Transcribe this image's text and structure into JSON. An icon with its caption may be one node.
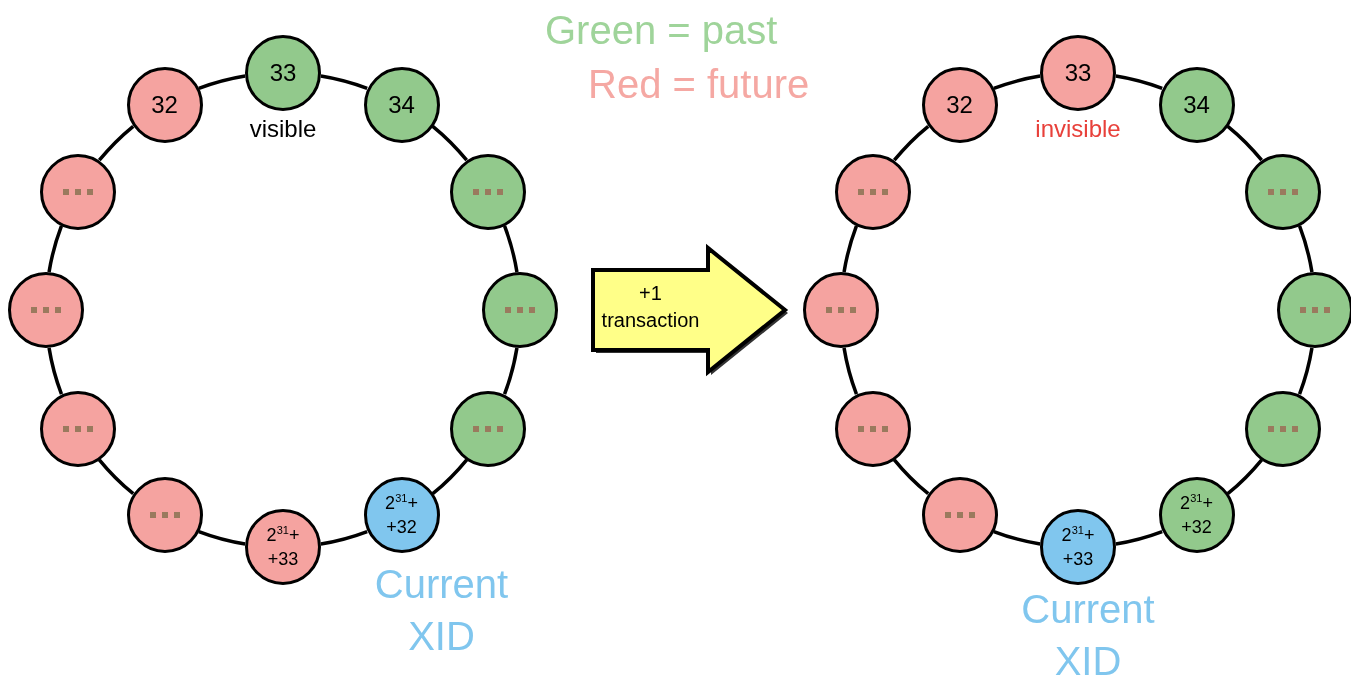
{
  "diagram": {
    "nodes": [
      {
        "text": [
          "32"
        ]
      },
      {
        "text": [
          "33"
        ],
        "beside": [
          "visible"
        ]
      },
      {
        "text": [
          "34"
        ]
      },
      {
        "text": [],
        "shape": "circle"
      },
      {
        "text": [],
        "shape": "circle"
      },
      {
        "text": [],
        "shape": "circle"
      },
      {
        "text": [
          "2$^{31}$+ +32"
        ],
        "beside": [
          "Current XID"
        ]
      },
      {
        "text": [
          "2$^{31}$+ +33"
        ]
      },
      {
        "text": [],
        "shape": "circle"
      },
      {
        "text": [],
        "shape": "circle"
      },
      {
        "text": [],
        "shape": "circle"
      },
      {
        "text": [],
        "shape": "circle"
      },
      {
        "text": [
          "32"
        ]
      },
      {
        "text": [
          "33"
        ],
        "beside": [
          "invisible"
        ]
      },
      {
        "text": [
          "34"
        ]
      },
      {
        "text": [],
        "shape": "circle"
      },
      {
        "text": [],
        "shape": "circle"
      },
      {
        "text": [],
        "shape": "circle"
      },
      {
        "text": [
          "2$^{31}$+ +32"
        ]
      },
      {
        "text": [
          "2$^{31}$+ +33"
        ],
        "beside": [
          "Current XID"
        ]
      },
      {
        "text": [],
        "shape": "circle"
      },
      {
        "text": [],
        "shape": "circle"
      },
      {
        "text": [],
        "shape": "circle"
      },
      {
        "text": [],
        "shape": "circle"
      }
    ],
    "edges": [
      {
        "from": 0,
        "to": 1,
        "arrow": "none"
      },
      {
        "from": 1,
        "to": 2,
        "arrow": "none"
      },
      {
        "from": 2,
        "to": 3,
        "arrow": "none"
      },
      {
        "from": 3,
        "to": 4,
        "arrow": "none"
      },
      {
        "from": 4,
        "to": 5,
        "arrow": "none"
      },
      {
        "from": 5,
        "to": 6,
        "arrow": "none"
      },
      {
        "from": 6,
        "to": 7,
        "arrow": "none"
      },
      {
        "from": 7,
        "to": 8,
        "arrow": "none"
      },
      {
        "from": 8,
        "to": 9,
        "arrow": "none"
      },
      {
        "from": 9,
        "to": 10,
        "arrow": "none"
      },
      {
        "from": 10,
        "to": 11,
        "arrow": "none"
      },
      {
        "from": 11,
        "to": 0,
        "arrow": "none"
      },
      {
        "from": 12,
        "to": 13,
        "arrow": "none"
      },
      {
        "from": 13,
        "to": 14,
        "arrow": "none"
      },
      {
        "from": 14,
        "to": 15,
        "arrow": "none"
      },
      {
        "from": 15,
        "to": 16,
        "arrow": "none"
      },
      {
        "from": 16,
        "to": 17,
        "arrow": "none"
      },
      {
        "from": 17,
        "to": 18,
        "arrow": "none"
      },
      {
        "from": 18,
        "to": 19,
        "arrow": "none"
      },
      {
        "from": 19,
        "to": 20,
        "arrow": "none"
      },
      {
        "from": 20,
        "to": 21,
        "arrow": "none"
      },
      {
        "from": 21,
        "to": 22,
        "arrow": "none"
      },
      {
        "from": 22,
        "to": 23,
        "arrow": "none"
      },
      {
        "from": 23,
        "to": 12,
        "arrow": "none"
      },
      {
        "from": 4,
        "to": 22,
        "arrow": "to",
        "style": "thick",
        "label": "+1 transaction"
      }
    ],
    "legend": [
      {
        "text": "Green = past",
        "color": "#9fd49a"
      },
      {
        "text": "Red = future",
        "color": "#f5a8a3"
      }
    ]
  }
}
